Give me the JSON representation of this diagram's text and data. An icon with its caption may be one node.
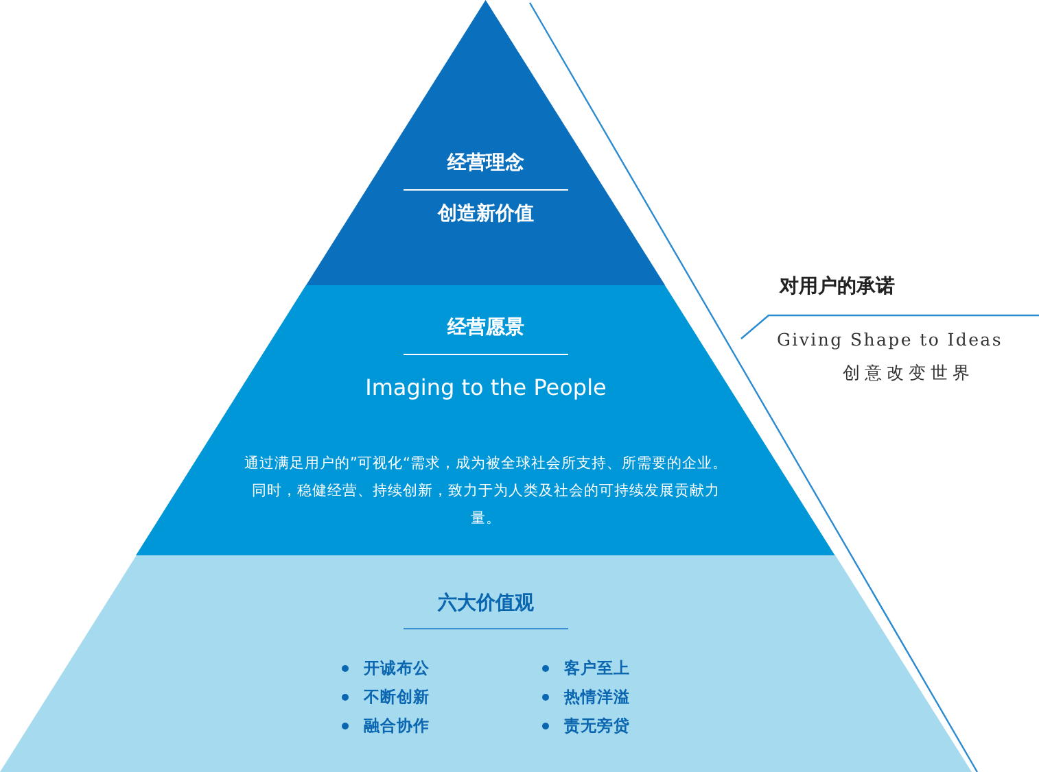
{
  "diagram": {
    "nodes": [
      {
        "text": [
          "经营理念",
          "创造新价值"
        ]
      },
      {
        "text": [
          "经营愿景",
          "Imaging to the People",
          "通过满足用户的”可视化“需求，成为被全球社会所支持、所需要的企业。同时，稳健经营、持续创新，致力于为人类及社会的可持续发展贡献力量。"
        ]
      },
      {
        "text": [
          "六大价值观"
        ]
      }
    ],
    "labels": [
      "开诚布公",
      "客户至上",
      "不断创新",
      "热情洋溢",
      "融合协作",
      "责无旁贷",
      "对用户的承诺",
      "Giving Shape to Ideas",
      "创意改变世界"
    ]
  }
}
